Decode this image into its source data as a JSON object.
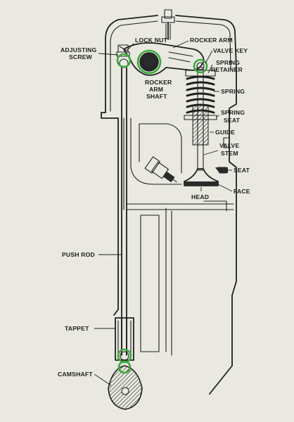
{
  "figure": {
    "labels": {
      "lock_nut": "LOCK NUT",
      "rocker_arm": "ROCKER ARM",
      "adjusting_screw": [
        "ADJUSTING",
        "SCREW"
      ],
      "valve_key": "VALVE KEY",
      "spring_retainer": [
        "SPRING",
        "RETAINER"
      ],
      "rocker_arm_shaft": [
        "ROCKER",
        "ARM",
        "SHAFT"
      ],
      "spring": "SPRING",
      "spring_seat": [
        "SPRING",
        "SEAT"
      ],
      "guide": "GUIDE",
      "valve_stem": [
        "VALVE",
        "STEM"
      ],
      "seat": "SEAT",
      "face": "FACE",
      "head": "HEAD",
      "push_rod": "PUSH ROD",
      "tappet": "TAPPET",
      "camshaft": "CAMSHAFT"
    },
    "colors": {
      "paper": "#e9e8e1",
      "ink": "#1f1f1f",
      "highlight": "#3aa93a"
    }
  }
}
